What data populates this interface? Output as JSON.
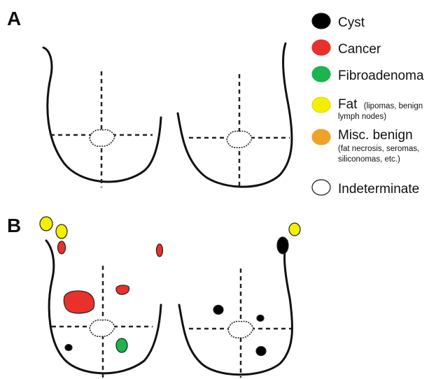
{
  "panels": {
    "a_label": "A",
    "b_label": "B"
  },
  "legend": [
    {
      "label": "Cyst",
      "note1": "",
      "note2": "",
      "color": "#000000"
    },
    {
      "label": "Cancer",
      "note1": "",
      "note2": "",
      "color": "#e8312a"
    },
    {
      "label": "Fibroadenoma",
      "note1": "",
      "note2": "",
      "color": "#1db44f"
    },
    {
      "label": "Fat",
      "note1": "(lipomas, benign",
      "note2": "lymph nodes)",
      "color": "#f4ef00"
    },
    {
      "label": "Misc. benign",
      "note1": "(fat necrosis, seromas,",
      "note2": "siliconomas, etc.)",
      "color": "#eea228"
    },
    {
      "label": "Indeterminate",
      "note1": "",
      "note2": "",
      "color": "#ffffff"
    }
  ]
}
